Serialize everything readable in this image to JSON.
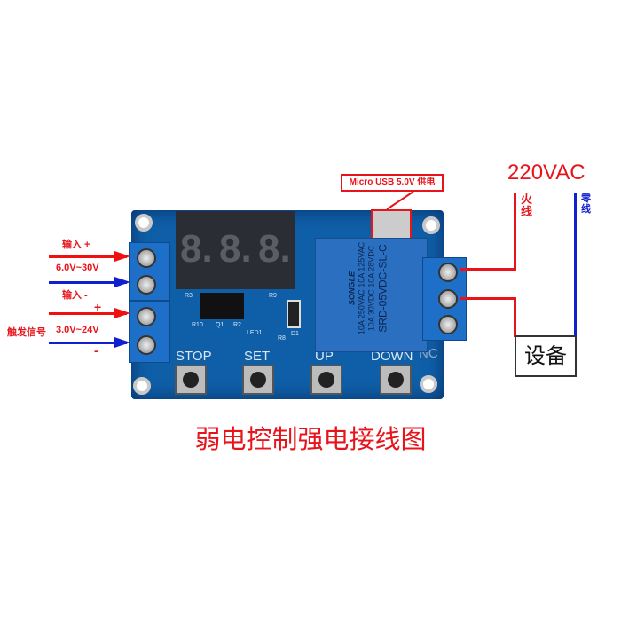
{
  "left_labels": {
    "input_plus": "输入 +",
    "input_range": "6.0V~30V",
    "input_minus": "输入 -",
    "trigger_plus": "+",
    "trigger_label": "触发信号",
    "trigger_range": "3.0V~24V",
    "trigger_minus": "-"
  },
  "usb_label": "Micro USB 5.0V 供电",
  "mains": {
    "voltage": "220VAC",
    "live": "火线",
    "neutral": "零线",
    "device": "设备"
  },
  "display_digits": [
    "8.",
    "8.",
    "8."
  ],
  "buttons": [
    "STOP",
    "SET",
    "UP",
    "DOWN"
  ],
  "nc_label": "NC",
  "relay": {
    "brand": "SONGLE",
    "line1": "10A 250VAC  10A 125VAC",
    "line2": "10A 30VDC  10A 28VDC",
    "model": "SRD-05VDC-SL-C"
  },
  "components": [
    "R3",
    "R9",
    "R10",
    "Q1",
    "R2",
    "LED1",
    "R8",
    "D1"
  ],
  "caption": "弱电控制强电接线图",
  "colors": {
    "red": "#e8141b",
    "blue": "#1020d0",
    "board": "#0f5fa8"
  }
}
